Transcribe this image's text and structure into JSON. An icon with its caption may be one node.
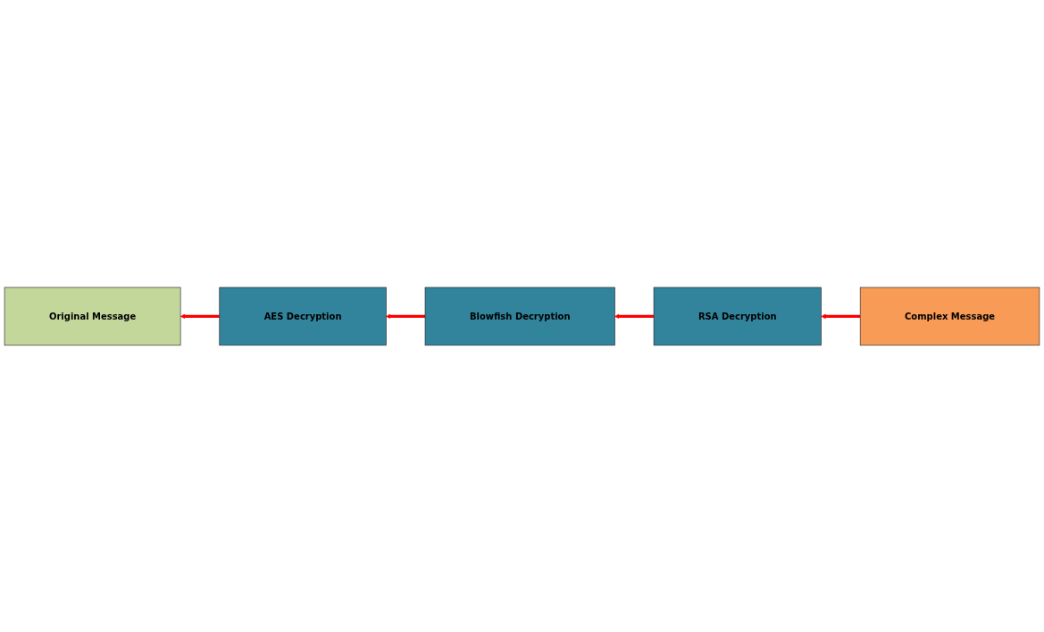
{
  "diagram": {
    "nodes": [
      {
        "text": [
          "Original Message"
        ]
      },
      {
        "text": [
          "AES Decryption"
        ]
      },
      {
        "text": [
          "Blowfish Decryption"
        ]
      },
      {
        "text": [
          "RSA Decryption"
        ]
      },
      {
        "text": [
          "Complex Message"
        ]
      }
    ],
    "edges": [
      {
        "from": 4,
        "to": 3,
        "arrow": "to"
      },
      {
        "from": 3,
        "to": 2,
        "arrow": "to"
      },
      {
        "from": 2,
        "to": 1,
        "arrow": "to"
      },
      {
        "from": 1,
        "to": 0,
        "arrow": "to"
      }
    ]
  }
}
